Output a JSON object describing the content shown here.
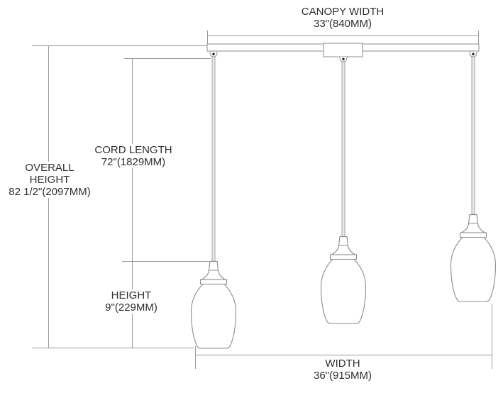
{
  "diagram": {
    "type": "lighting-fixture-dimension-diagram",
    "background_color": "#ffffff",
    "line_color": "#9a9a9a",
    "outline_color": "#8d8d8d",
    "text_color": "#2f2f2f",
    "pendant_count": 3,
    "labels": {
      "canopy_width": {
        "line1": "CANOPY WIDTH",
        "line2": "33\"(840MM)"
      },
      "overall_height": {
        "line1": "OVERALL",
        "line2": "HEIGHT",
        "line3": "82 1/2\"(2097MM)"
      },
      "cord_length": {
        "line1": "CORD LENGTH",
        "line2": "72\"(1829MM)"
      },
      "height": {
        "line1": "HEIGHT",
        "line2": "9\"(229MM)"
      },
      "width": {
        "line1": "WIDTH",
        "line2": "36\"(915MM)"
      }
    }
  }
}
